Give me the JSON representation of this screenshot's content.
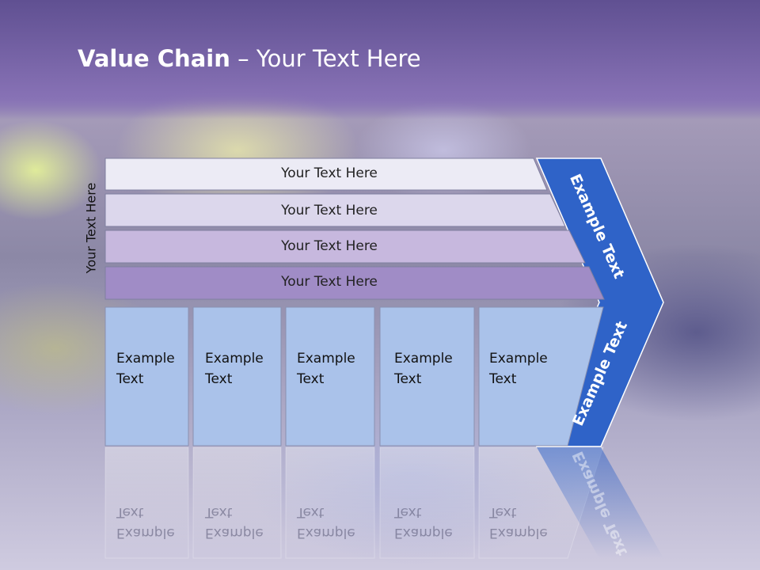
{
  "slide": {
    "title_bold": "Value Chain",
    "title_sep": " – ",
    "title_rest": "Your Text Here",
    "side_label": "Your Text Here"
  },
  "bars": [
    {
      "label": "Your Text Here"
    },
    {
      "label": "Your Text Here"
    },
    {
      "label": "Your Text Here"
    },
    {
      "label": "Your Text Here"
    }
  ],
  "columns": [
    {
      "line1": "Example",
      "line2": "Text"
    },
    {
      "line1": "Example",
      "line2": "Text"
    },
    {
      "line1": "Example",
      "line2": "Text"
    },
    {
      "line1": "Example",
      "line2": "Text"
    },
    {
      "line1": "Example",
      "line2": "Text"
    }
  ],
  "chevron": {
    "upper_label": "Example Text",
    "lower_label": "Example Text"
  },
  "colors": {
    "bar1": "#ecebf5",
    "bar2": "#dcd7ec",
    "bar3": "#c7b8de",
    "bar4": "#a08cc6",
    "column": "#aac2ea",
    "chevron": "#2f63c8"
  }
}
